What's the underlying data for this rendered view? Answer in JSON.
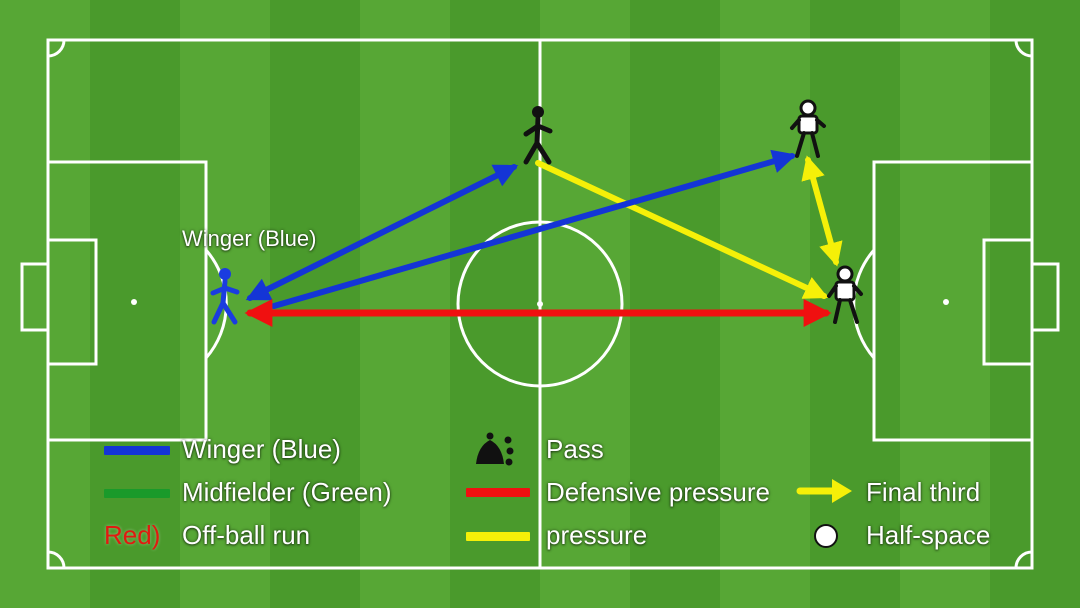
{
  "colors": {
    "blue": "#1435d6",
    "red": "#f01010",
    "yellow": "#f5f008",
    "green": "#1a9a2a",
    "line": "#ffffff",
    "grass_light": "#5fae3a",
    "grass_dark": "#4a9a2c"
  },
  "diagram": {
    "winger_label": "Winger (Blue)"
  },
  "legend": {
    "winger": "Winger (Blue)",
    "pass": "Pass",
    "midfielder": "Midfielder (Green)",
    "defensive_pressure": "Defensive pressure",
    "final_third": "Final third",
    "red_prefix": "Red)",
    "off_ball_run": "Off-ball run",
    "pressure": "pressure",
    "half_space": "Half-space"
  },
  "icons": [
    "player-icon",
    "whistle-icon",
    "half-space-dot-icon",
    "arrow-right-icon"
  ]
}
